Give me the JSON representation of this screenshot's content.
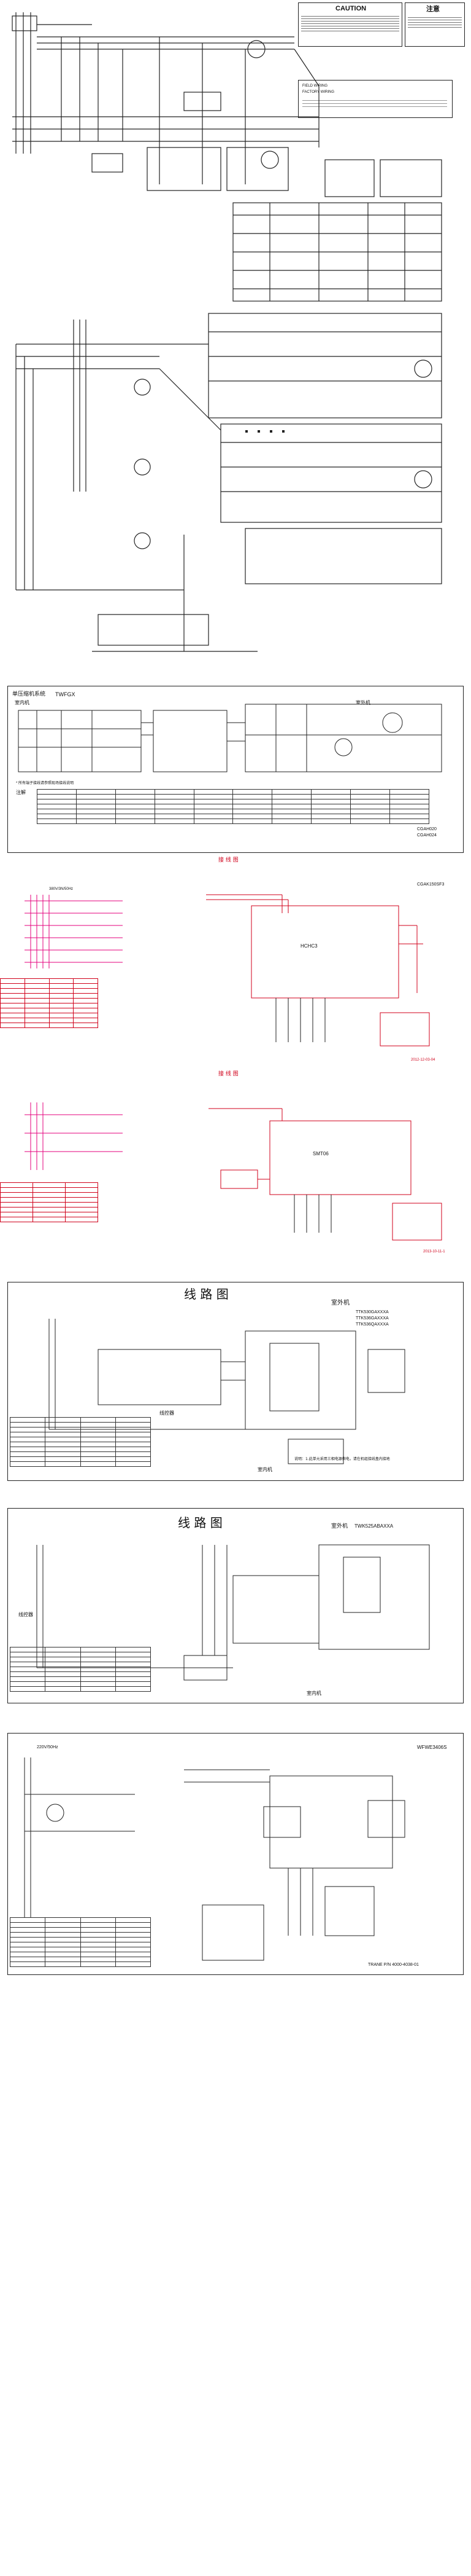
{
  "sheet1": {
    "caution_title": "CAUTION",
    "caution_cn": "注意",
    "note_lines": [
      "FIELD WIRING",
      "FACTORY WIRING"
    ]
  },
  "sheet3": {
    "subtitle": "单压缩机系统",
    "model_code": "TWFGX",
    "label_top": "室内机",
    "label_right": "室外机",
    "footnote": "* 所有端子接线请参照现场接线说明",
    "table_title": "注解",
    "model_side_a": "CGAH020",
    "model_side_b": "CGAH024"
  },
  "sheet4": {
    "header_cn": "接 线 图",
    "model": "CGAK150SF3",
    "voltage": "380V/3N/50Hz",
    "board": "HCHC3",
    "revision": "2012-12-03-04"
  },
  "sheet5": {
    "header_cn": "接 线 图",
    "board": "SMT06",
    "revision": "2013-10-11-1"
  },
  "sheet6": {
    "title": "线 路 图",
    "outdoor_label": "室外机",
    "models": [
      "TTK530GAXXXA",
      "TTK536GAXXXA",
      "TTK536QAXXXA"
    ],
    "indoor_label": "室内机",
    "controller_label": "线控器",
    "note": "说明：1.此单元采用三相电源供电，请在机组接线盒内接地"
  },
  "sheet7": {
    "title": "线 路 图",
    "outdoor_label": "室外机",
    "model": "TWK525ABAXXA",
    "indoor_label": "室内机",
    "controller_label": "线控器"
  },
  "sheet8": {
    "model": "WFWE3406S",
    "voltage": "220V/50Hz",
    "part_no": "TRANE P/N  4000-4038-01"
  }
}
